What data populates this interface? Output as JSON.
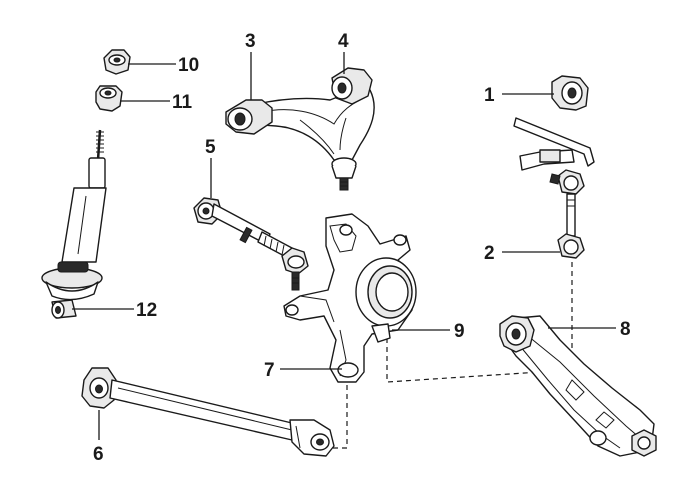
{
  "callouts": [
    {
      "key": "1",
      "label": "1"
    },
    {
      "key": "2",
      "label": "2"
    },
    {
      "key": "3",
      "label": "3"
    },
    {
      "key": "4",
      "label": "4"
    },
    {
      "key": "5",
      "label": "5"
    },
    {
      "key": "6",
      "label": "6"
    },
    {
      "key": "7",
      "label": "7"
    },
    {
      "key": "8",
      "label": "8"
    },
    {
      "key": "9",
      "label": "9"
    },
    {
      "key": "10",
      "label": "10"
    },
    {
      "key": "11",
      "label": "11"
    },
    {
      "key": "12",
      "label": "12"
    }
  ],
  "colors": {
    "ink": "#1a1a1a",
    "background": "#ffffff",
    "shade": "#e9e9e9"
  }
}
